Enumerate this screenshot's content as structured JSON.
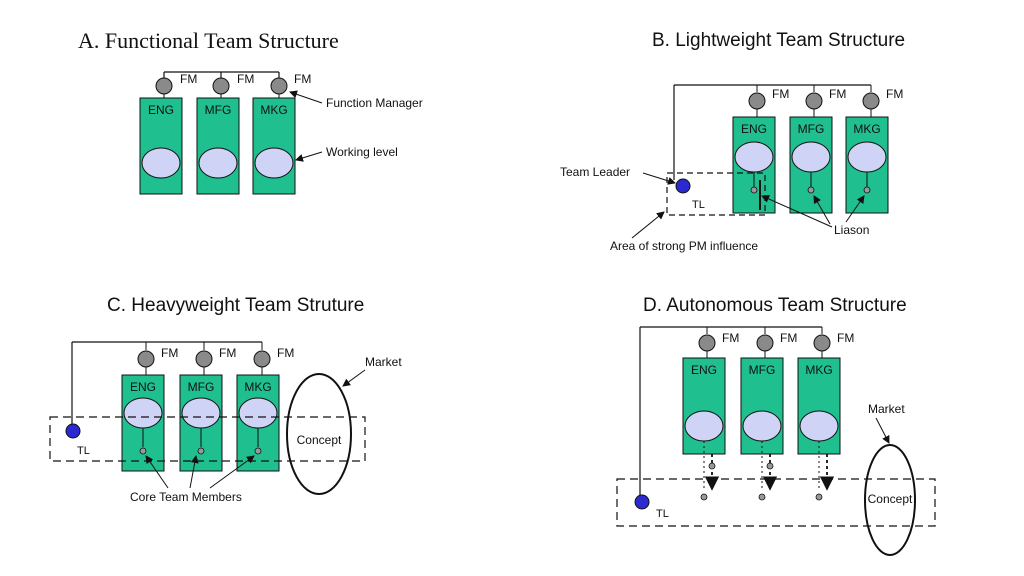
{
  "colors": {
    "box": "#1fbf8f",
    "ellipse": "#cfd3f5",
    "manager": "#8a8a8a",
    "leader": "#2a2ad0",
    "line": "#111111"
  },
  "diagram_a": {
    "title": "A. Functional Team Structure",
    "manager_label": "FM",
    "departments": [
      "ENG",
      "MFG",
      "MKG"
    ],
    "annotation_manager": "Function Manager",
    "annotation_working": "Working level"
  },
  "diagram_b": {
    "title": "B. Lightweight Team Structure",
    "manager_label": "FM",
    "departments": [
      "ENG",
      "MFG",
      "MKG"
    ],
    "team_leader": "Team Leader",
    "leader_label": "TL",
    "liaison": "Liason",
    "influence": "Area of strong PM influence"
  },
  "diagram_c": {
    "title": "C. Heavyweight Team Struture",
    "manager_label": "FM",
    "departments": [
      "ENG",
      "MFG",
      "MKG"
    ],
    "leader_label": "TL",
    "market": "Market",
    "concept": "Concept",
    "core_members": "Core Team Members"
  },
  "diagram_d": {
    "title": "D. Autonomous Team Structure",
    "manager_label": "FM",
    "departments": [
      "ENG",
      "MFG",
      "MKG"
    ],
    "leader_label": "TL",
    "market": "Market",
    "concept": "Concept"
  }
}
